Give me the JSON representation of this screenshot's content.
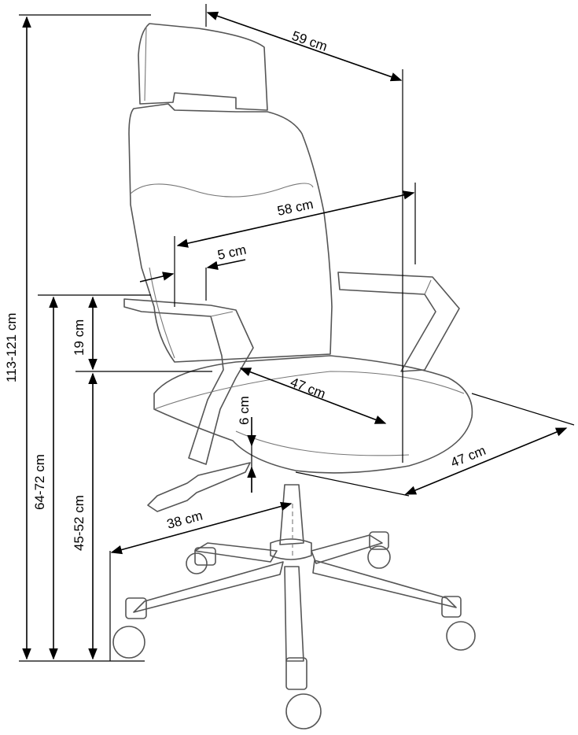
{
  "dimensions": {
    "headrest_width": "59 cm",
    "backrest_width": "58 cm",
    "armrest_width": "5 cm",
    "seat_depth": "47 cm",
    "seat_width": "47 cm",
    "armrest_height": "19 cm",
    "seat_thickness": "6 cm",
    "base_radius": "38 cm",
    "total_height": "113-121 cm",
    "armrest_floor_height": "64-72 cm",
    "seat_height": "45-52 cm"
  },
  "colors": {
    "line": "#000000",
    "chair": "#555555",
    "background": "#ffffff"
  }
}
